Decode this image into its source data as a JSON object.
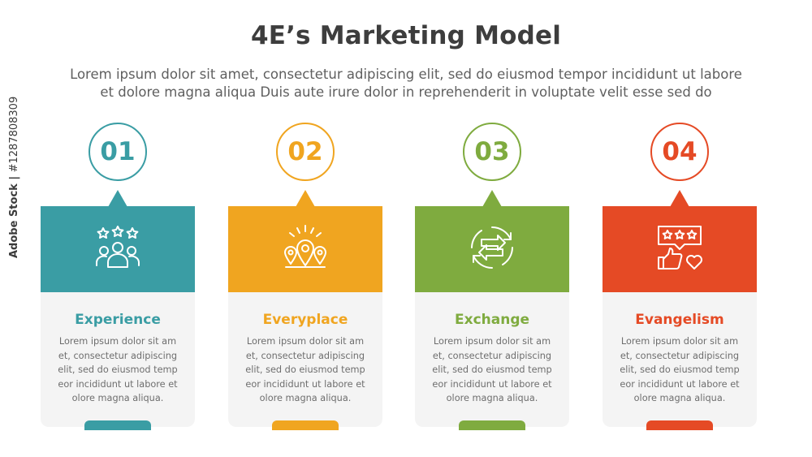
{
  "header": {
    "title": "4E’s Marketing Model",
    "subtitle_line1": "Lorem ipsum dolor sit amet, consectetur adipiscing elit, sed do eiusmod tempor incididunt ut labore",
    "subtitle_line2": "et dolore magna aliqua Duis aute irure dolor in reprehenderit in voluptate velit esse sed do"
  },
  "items": [
    {
      "number": "01",
      "title": "Experience",
      "color": "#3a9da4",
      "icon": "people-rating-icon",
      "text": [
        "Lorem ipsum dolor sit am",
        "et, consectetur adipiscing",
        "elit, sed do eiusmod temp",
        "eor incididunt ut labore et",
        "olore magna aliqua."
      ]
    },
    {
      "number": "02",
      "title": "Everyplace",
      "color": "#f0a520",
      "icon": "location-pins-icon",
      "text": [
        "Lorem ipsum dolor sit am",
        "et, consectetur adipiscing",
        "elit, sed do eiusmod temp",
        "eor incididunt ut labore et",
        "olore magna aliqua."
      ]
    },
    {
      "number": "03",
      "title": "Exchange",
      "color": "#7fab3f",
      "icon": "exchange-arrows-icon",
      "text": [
        "Lorem ipsum dolor sit am",
        "et, consectetur adipiscing",
        "elit, sed do eiusmod temp",
        "eor incididunt ut labore et",
        "olore magna aliqua."
      ]
    },
    {
      "number": "04",
      "title": "Evangelism",
      "color": "#e54a25",
      "icon": "review-like-icon",
      "text": [
        "Lorem ipsum dolor sit am",
        "et, consectetur adipiscing",
        "elit, sed do eiusmod temp",
        "eor incididunt ut labore et",
        "olore magna aliqua."
      ]
    }
  ],
  "watermark": {
    "brand": "Adobe Stock",
    "separator": " | ",
    "id": "#1287808309"
  }
}
